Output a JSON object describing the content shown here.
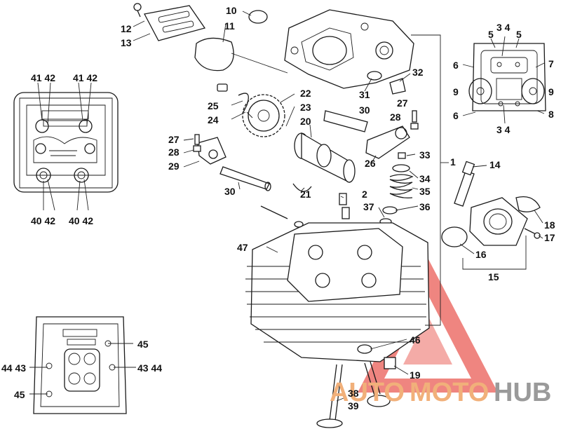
{
  "labels": {
    "n1": "1",
    "n2": "2",
    "n10": "10",
    "n11": "11",
    "n12": "12",
    "n13": "13",
    "n14": "14",
    "n15": "15",
    "n16": "16",
    "n17": "17",
    "n18": "18",
    "n19": "19",
    "n20": "20",
    "n21": "21",
    "n22": "22",
    "n23": "23",
    "n24": "24",
    "n25": "25",
    "n26": "26",
    "n27a": "27",
    "n27b": "27",
    "n28a": "28",
    "n28b": "28",
    "n29": "29",
    "n30a": "30",
    "n30b": "30",
    "n31": "31",
    "n32": "32",
    "n33": "33",
    "n34": "34",
    "n35": "35",
    "n36": "36",
    "n37": "37",
    "n38": "38",
    "n39": "39",
    "n46": "46",
    "n47": "47",
    "v34top": "3 4",
    "v34bot": "3 4",
    "v5a": "5",
    "v5b": "5",
    "v6a": "6",
    "v6b": "6",
    "v7": "7",
    "v8": "8",
    "v9a": "9",
    "v9b": "9",
    "t4142a": "41 42",
    "t4142b": "41 42",
    "t4042a": "40 42",
    "t4042b": "40 42",
    "b45a": "45",
    "b45b": "45",
    "b4443a": "44 43",
    "b4344": "43 44"
  },
  "watermark": {
    "part1": "AUTO",
    "part2": "MOTO",
    "part3": "HUB",
    "colors": {
      "triangle": "#e2231a",
      "auto": "#f1b07a",
      "hub": "#9a9a9a"
    }
  }
}
